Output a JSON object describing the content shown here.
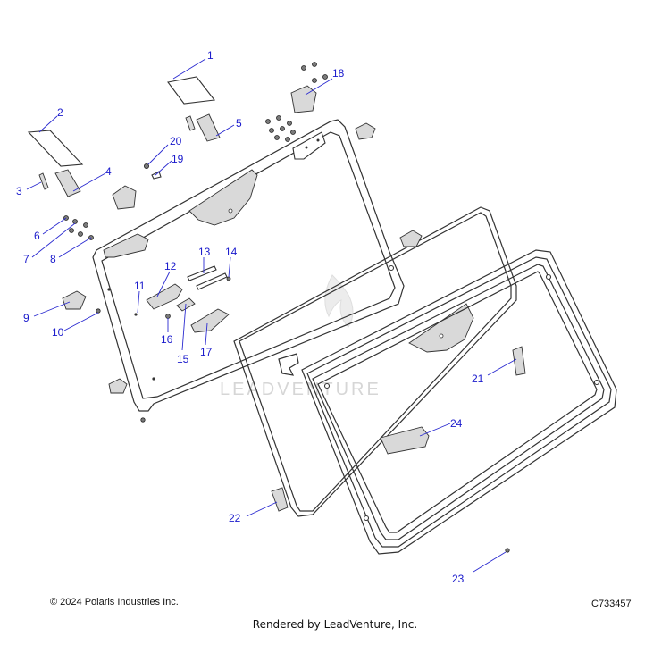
{
  "diagram": {
    "callouts": [
      "1",
      "2",
      "3",
      "4",
      "5",
      "6",
      "7",
      "8",
      "9",
      "10",
      "11",
      "12",
      "13",
      "14",
      "15",
      "16",
      "17",
      "18",
      "19",
      "20",
      "21",
      "22",
      "23",
      "24"
    ]
  },
  "watermark": {
    "brand": "LEADVENTURE"
  },
  "footer": {
    "copyright": "© 2024 Polaris Industries Inc.",
    "drawing_id": "C733457",
    "rendered_by": "Rendered by LeadVenture, Inc."
  }
}
